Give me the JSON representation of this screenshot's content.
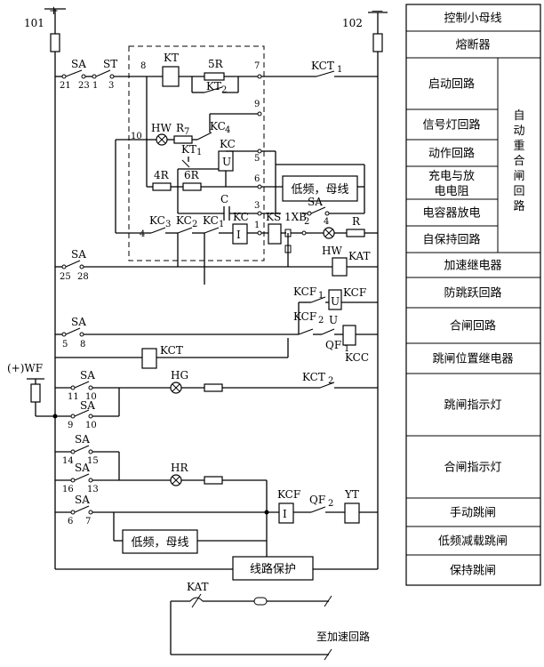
{
  "terminals": {
    "pos": "101",
    "neg": "102",
    "plus_sign": "+",
    "minus_sign": "—",
    "wf": "(+)WF"
  },
  "labels": {
    "sa": "SA",
    "st": "ST",
    "kt": "KT",
    "r5": "5R",
    "kt2": "KT",
    "kct1": "KCT",
    "hw": "HW",
    "r7": "R",
    "kc4": "KC",
    "kc": "KC",
    "kt1": "KT",
    "u": "U",
    "r4": "4R",
    "r6": "6R",
    "c": "C",
    "kc3": "KC",
    "kc2": "KC",
    "kc1": "KC",
    "i": "I",
    "ks": "KS",
    "xb": "1XB",
    "r": "R",
    "hw2": "HW",
    "kat": "KAT",
    "kcf1": "KCF",
    "kcf": "KCF",
    "kcf2": "KCF",
    "u2": "U",
    "qf1": "QF",
    "kcc": "KCC",
    "kct": "KCT",
    "hg": "HG",
    "kct2": "KCT",
    "hr": "HR",
    "kcf3": "KCF",
    "i2": "I",
    "qf2": "QF",
    "yt": "YT",
    "kat2": "KAT"
  },
  "subscripts": {
    "kct1": "1",
    "kt2": "2",
    "r7": "7",
    "kc4": "4",
    "kt1": "1",
    "kc3": "3",
    "kc2": "2",
    "kc1": "1",
    "kcf1": "1",
    "kcf2": "2",
    "qf1": "1",
    "kct2": "2",
    "qf2": "2"
  },
  "numbers": {
    "sa21": "21",
    "sa23": "23",
    "st1": "1",
    "st3": "3",
    "n8": "8",
    "n7": "7",
    "n9": "9",
    "n10": "10",
    "n5": "5",
    "n6": "6",
    "n3": "3",
    "n4": "4",
    "n1": "1",
    "sa2": "2",
    "sa4": "4",
    "sa25": "25",
    "sa28": "28",
    "sa5": "5",
    "sa8": "8",
    "sa11": "11",
    "sa10a": "10",
    "sa9": "9",
    "sa10b": "10",
    "sa14": "14",
    "sa15": "15",
    "sa16": "16",
    "sa13": "13",
    "sa6": "6",
    "sa7": "7"
  },
  "boxes": {
    "lowfreq1": "低频，母线",
    "lowfreq2": "低频，母线",
    "line_protect": "线路保护",
    "accel": "至加速回路"
  },
  "table": {
    "rows": [
      "控制小母线",
      "熔断器",
      "启动回路",
      "信号灯回路",
      "动作回路",
      "充电与放电电阻",
      "电容器放电",
      "自保持回路",
      "加速继电器",
      "防跳跃回路",
      "合闸回路",
      "跳闸位置继电器",
      "跳闸指示灯",
      "合闸指示灯",
      "手动跳闸",
      "低频减载跳闸",
      "保持跳闸"
    ],
    "group": "自动重合闸回路"
  }
}
